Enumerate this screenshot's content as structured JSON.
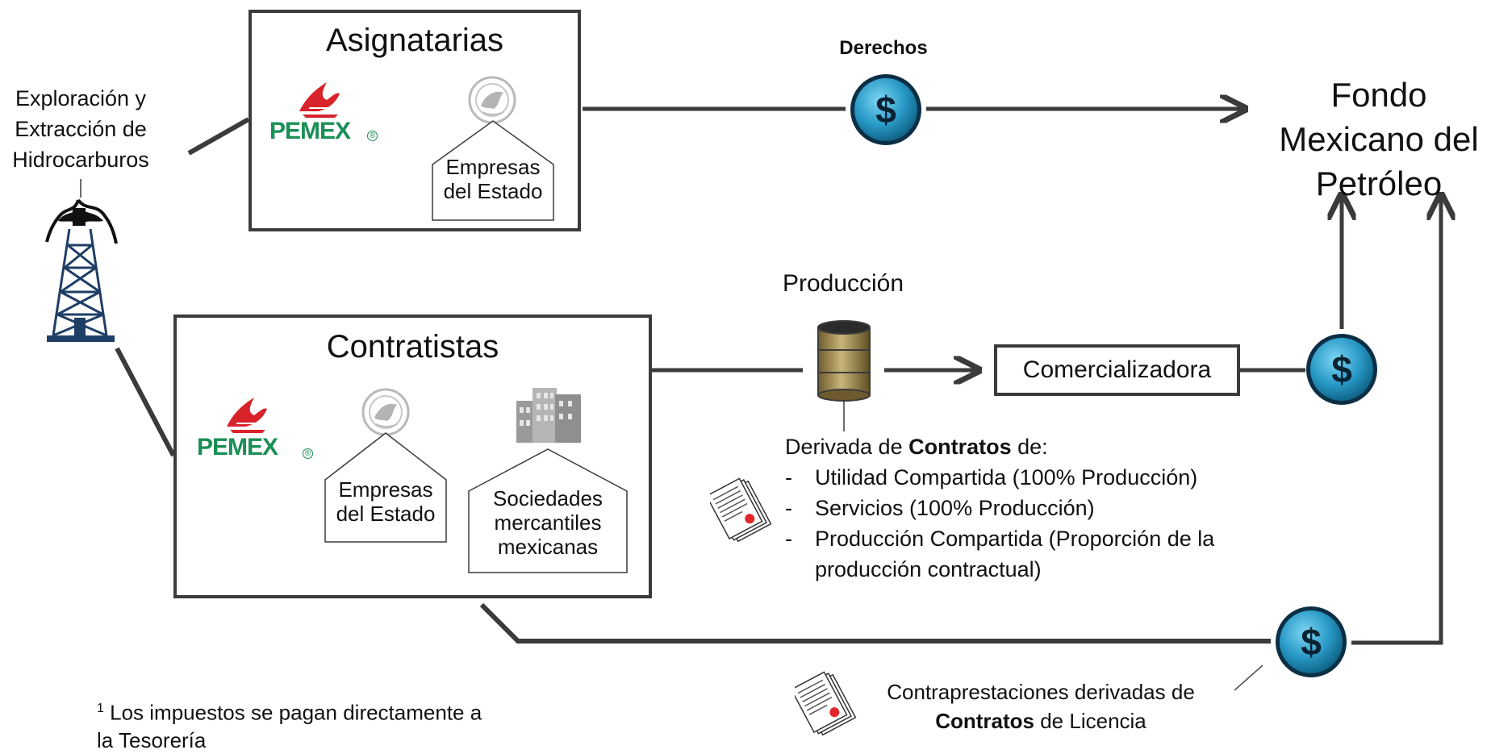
{
  "left": {
    "label_lines": [
      "Exploración y",
      "Extracción de",
      "Hidrocarburos"
    ],
    "icon": "oil-rig-icon"
  },
  "asignatarias": {
    "title": "Asignatarias",
    "pemex": "PEMEX",
    "house_label_lines": [
      "Empresas",
      "del Estado"
    ]
  },
  "contratistas": {
    "title": "Contratistas",
    "pemex": "PEMEX",
    "house1_lines": [
      "Empresas",
      "del Estado"
    ],
    "house2_lines": [
      "Sociedades",
      "mercantiles",
      "mexicanas"
    ]
  },
  "derechos": {
    "label": "Derechos",
    "symbol": "$"
  },
  "fondo": {
    "lines": [
      "Fondo",
      "Mexicano del",
      "Petróleo"
    ]
  },
  "produccion": {
    "label": "Producción",
    "comercializadora": "Comercializadora",
    "symbol": "$"
  },
  "contratos": {
    "intro_pre": "Derivada de ",
    "intro_bold": "Contratos",
    "intro_post": " de:",
    "items": [
      "Utilidad Compartida (100% Producción)",
      "Servicios (100% Producción)",
      "Producción Compartida (Proporción de la"
    ],
    "item3_cont": "producción contractual)",
    "bullet": "-"
  },
  "licencia": {
    "line1": "Contraprestaciones derivadas de",
    "line2_bold": "Contratos",
    "line2_post": " de Licencia",
    "symbol": "$"
  },
  "footnote": {
    "marker": "1",
    "text": " Los impuestos se pagan directamente a",
    "line2": "la Tesorería"
  },
  "colors": {
    "line": "#3b3b3b",
    "coin_dark": "#0c5d80",
    "coin_light": "#4fc3ea",
    "pemex_red": "#d8232a",
    "pemex_green": "#1a8f55",
    "barrel": "#a8925a"
  }
}
